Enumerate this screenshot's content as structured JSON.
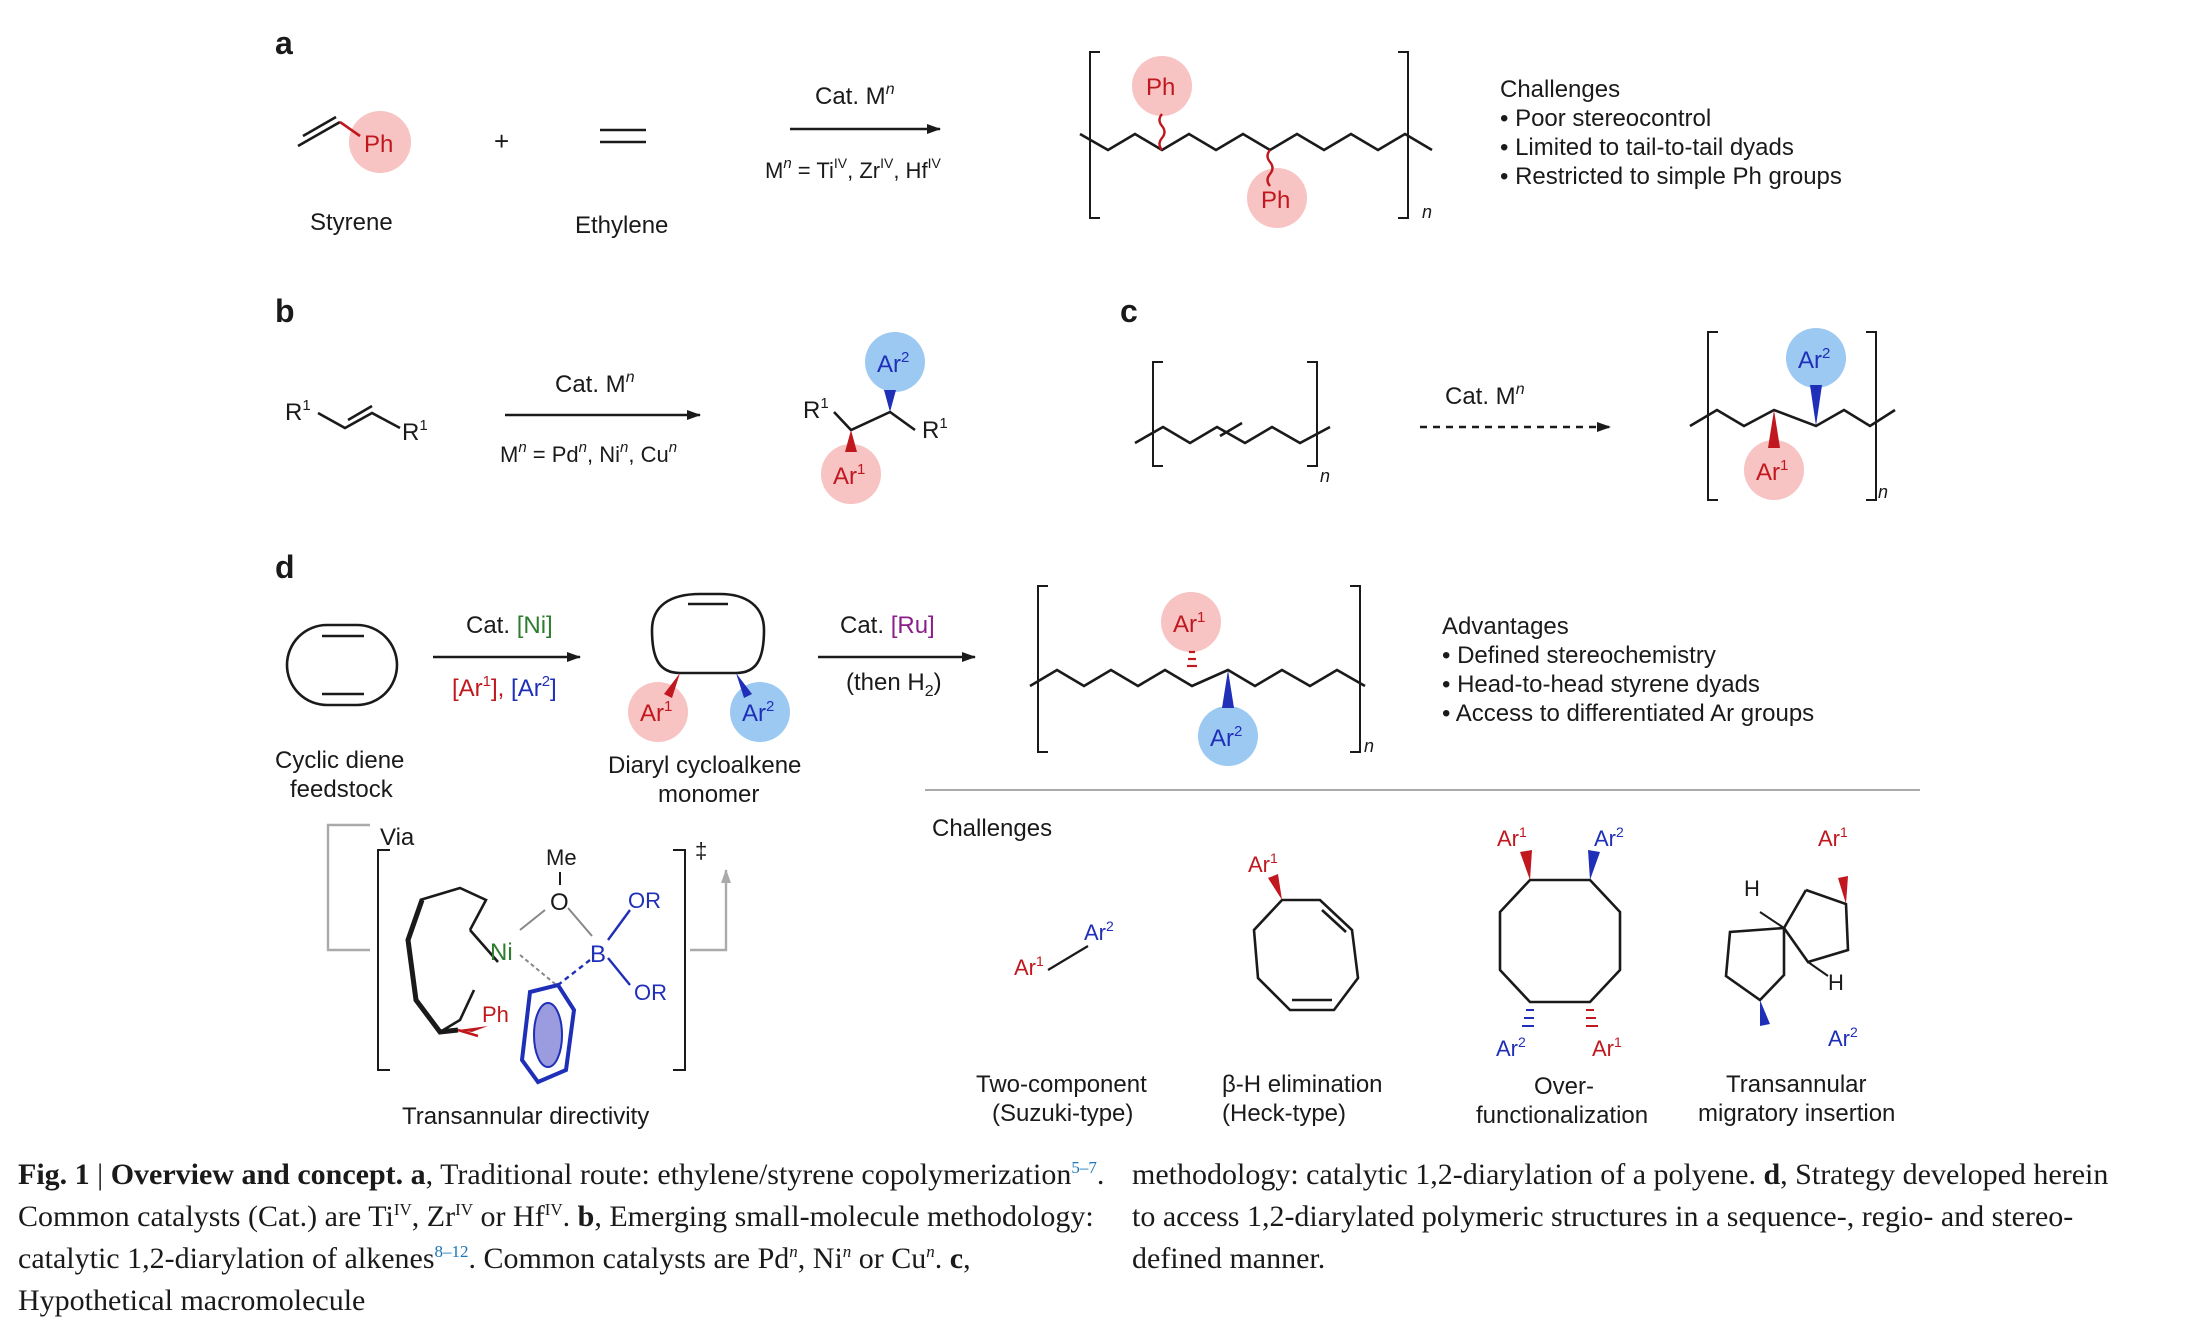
{
  "panels": {
    "a": {
      "letter": "a",
      "styrene_label": "Styrene",
      "ethylene_label": "Ethylene",
      "ph": "Ph",
      "plus": "+",
      "cat": "Cat. M",
      "cat_sup": "n",
      "metal_prefix": "M",
      "metal_sup": "n",
      "metal_list": " = Ti",
      "ti_sup": "IV",
      "zr": ", Zr",
      "zr_sup": "IV",
      "hf": ", Hf",
      "hf_sup": "IV",
      "n": "n",
      "challenges_title": "Challenges",
      "challenges": [
        "• Poor stereocontrol",
        "• Limited to tail-to-tail dyads",
        "• Restricted to simple Ph groups"
      ]
    },
    "b": {
      "letter": "b",
      "r1": "R",
      "r1_sup": "1",
      "cat": "Cat. M",
      "cat_sup": "n",
      "metals": "M",
      "metals_text": " = Pd",
      "ni": ", Ni",
      "cu": ", Cu",
      "n_sup": "n",
      "ar": "Ar",
      "ar1_sup": "1",
      "ar2_sup": "2"
    },
    "c": {
      "letter": "c",
      "cat": "Cat. M",
      "cat_sup": "n",
      "n": "n",
      "ar": "Ar",
      "ar1_sup": "1",
      "ar2_sup": "2"
    },
    "d": {
      "letter": "d",
      "cat_ni_prefix": "Cat. ",
      "cat_ni": "[Ni]",
      "ar1_reagent": "[Ar",
      "ar1_reagent_sup": "1",
      "ar1_reagent_close": "], ",
      "ar2_reagent": "[Ar",
      "ar2_reagent_sup": "2",
      "ar2_reagent_close": "]",
      "cat_ru_prefix": "Cat. ",
      "cat_ru": "[Ru]",
      "then_h2": "(then H",
      "h2_sub": "2",
      "then_close": ")",
      "feedstock": [
        "Cyclic diene",
        "feedstock"
      ],
      "monomer": [
        "Diaryl cycloalkene",
        "monomer"
      ],
      "ar": "Ar",
      "ar1_sup": "1",
      "ar2_sup": "2",
      "n": "n",
      "advantages_title": "Advantages",
      "advantages": [
        "• Defined stereochemistry",
        "• Head-to-head styrene dyads",
        "• Access to differentiated Ar groups"
      ],
      "via": "Via",
      "me": "Me",
      "o": "O",
      "ni": "Ni",
      "b": "B",
      "or": "OR",
      "ph": "Ph",
      "dagger": "‡",
      "ts_label": "Transannular directivity",
      "challenges_title": "Challenges",
      "ch1": [
        "Two-component",
        "(Suzuki-type)"
      ],
      "ch2": [
        "β-H elimination",
        "(Heck-type)"
      ],
      "ch3": [
        "Over-",
        "functionalization"
      ],
      "ch4": [
        "Transannular",
        "migratory insertion"
      ],
      "h": "H"
    }
  },
  "caption": {
    "fig": "Fig. 1",
    "sep": " | ",
    "title": "Overview and concept.",
    "a_letter": " a",
    "a_text": ", Traditional route: ethylene/styrene copolymerization",
    "ref1": "5–7",
    "after_ref1": ". Common catalysts (Cat.) are Ti",
    "iv1": "IV",
    "zr": ", Zr",
    "iv2": "IV",
    "or": " or Hf",
    "iv3": "IV",
    "dot": ". ",
    "b_letter": "b",
    "b_text": ", Emerging small-molecule methodology: catalytic 1,2-diarylation of alkenes",
    "ref2": "8–12",
    "after_ref2": ". Common catalysts are Pd",
    "n1": "n",
    "ni": ", Ni",
    "n2": "n",
    "cu": " or Cu",
    "n3": "n",
    "dot2": ". ",
    "c_letter": "c",
    "c_text": ", Hypothetical macromolecule",
    "right_line1a": "methodology: catalytic 1,2-diarylation of a polyene. ",
    "d_letter": "d",
    "right_line1b": ", Strategy developed herein",
    "right_line2": "to access 1,2-diarylated polymeric structures in a sequence-, regio- and stereo-",
    "right_line3": "defined manner."
  },
  "colors": {
    "red_highlight": "#f7c3c3",
    "blue_highlight": "#9cc9f2",
    "red": "#c0181e",
    "blue": "#1f2fb8",
    "green": "#2e7d2e",
    "purple": "#8a1f8a",
    "ref_blue": "#1a77b8"
  }
}
